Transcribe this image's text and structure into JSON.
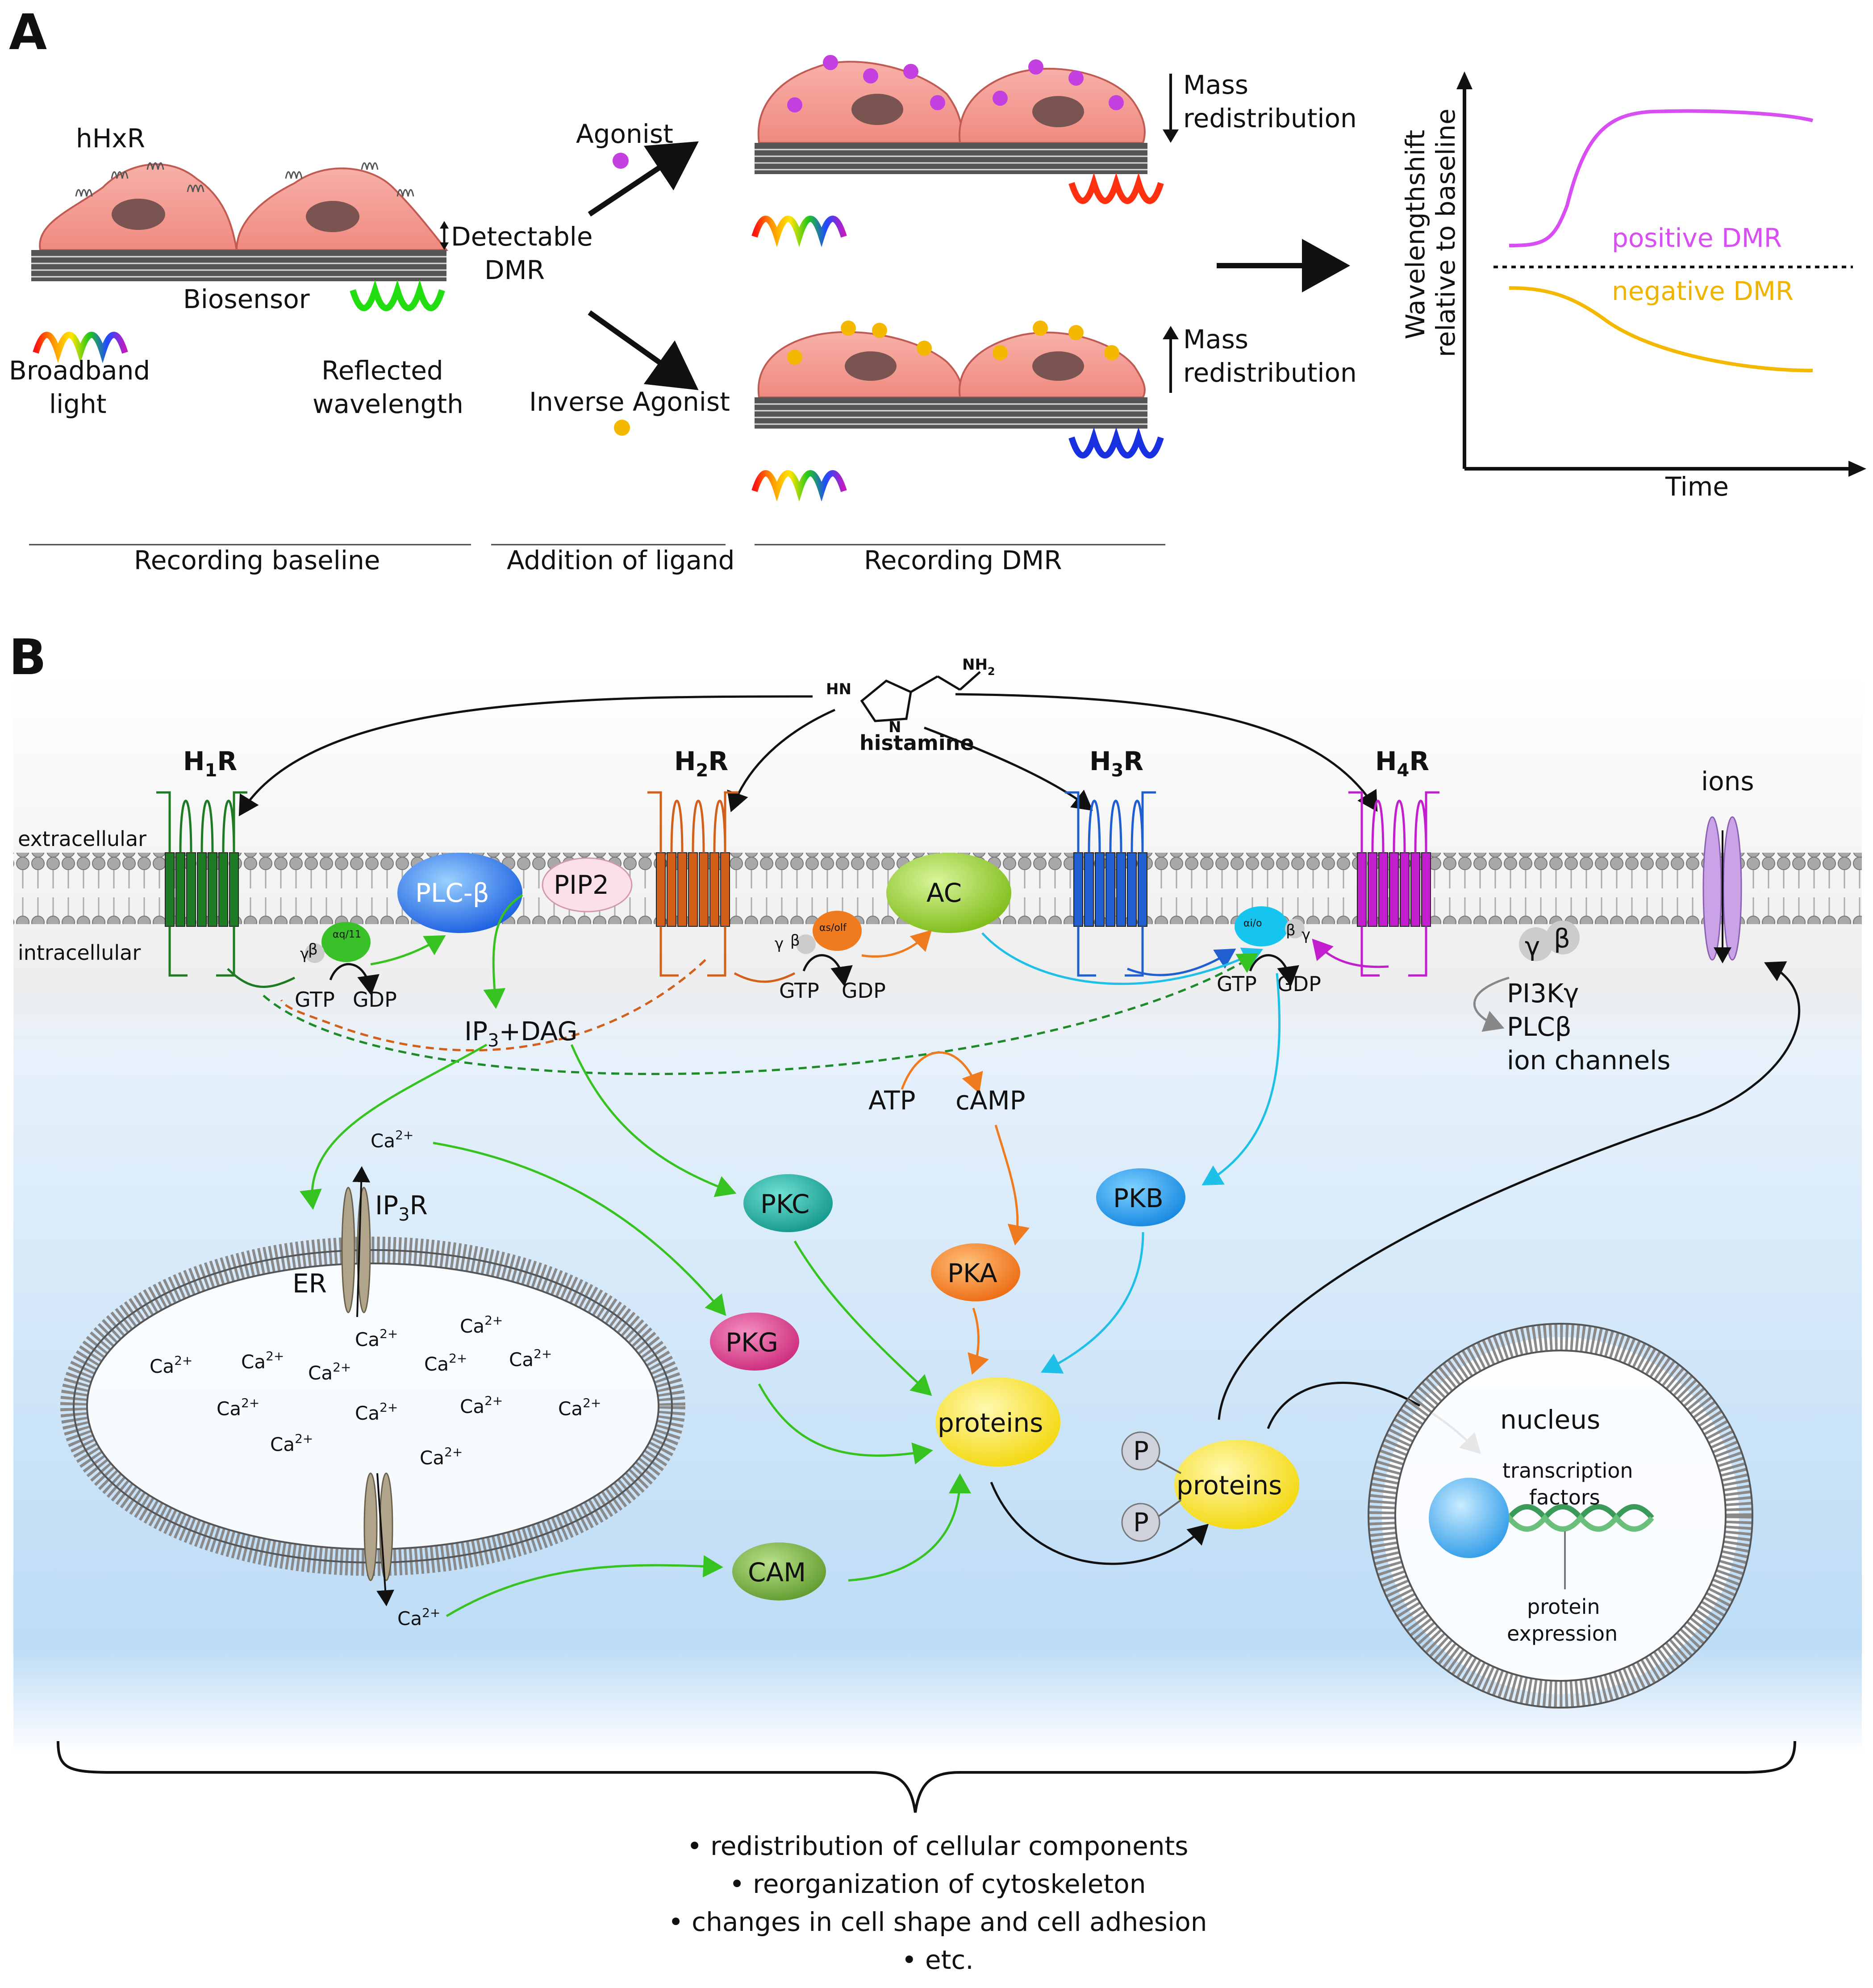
{
  "panel_a": {
    "label": "A",
    "receptor_label": "hHxR",
    "detectable_label_1": "Detectable",
    "detectable_label_2": "DMR",
    "biosensor_label": "Biosensor",
    "broadband_label_1": "Broadband",
    "broadband_label_2": "light",
    "reflected_label_1": "Reflected",
    "reflected_label_2": "wavelength",
    "agonist_label": "Agonist",
    "inverse_agonist_label": "Inverse Agonist",
    "mass_redistribution_1": "Mass",
    "mass_redistribution_2": "redistribution",
    "graph_ylabel_1": "Wavelengthshift",
    "graph_ylabel_2": "relative to baseline",
    "graph_xlabel": "Time",
    "positive_label": "positive DMR",
    "negative_label": "negative DMR",
    "section_baseline": "Recording baseline",
    "section_addition": "Addition of ligand",
    "section_dmr": "Recording DMR",
    "colors": {
      "agonist": "#c43fe0",
      "inverse_agonist": "#f5b800",
      "positive": "#d84ef2",
      "negative": "#f5b800"
    }
  },
  "panel_b": {
    "label": "B",
    "ligand": "histamine",
    "hn": "HN",
    "n": "N",
    "nh2": "NH",
    "nh2_sub": "2",
    "extracellular": "extracellular",
    "intracellular": "intracellular",
    "receptors": [
      {
        "name": "H",
        "sub": "1",
        "suffix": "R",
        "color": "#1e7a23"
      },
      {
        "name": "H",
        "sub": "2",
        "suffix": "R",
        "color": "#d2601a"
      },
      {
        "name": "H",
        "sub": "3",
        "suffix": "R",
        "color": "#1f5fd0"
      },
      {
        "name": "H",
        "sub": "4",
        "suffix": "R",
        "color": "#c21ed0"
      }
    ],
    "ions": "ions",
    "plc": "PLC-β",
    "pip2": "PIP2",
    "ac": "AC",
    "gtp": "GTP",
    "gdp": "GDP",
    "gamma": "γ",
    "beta": "β",
    "gq_alpha": "αq/11",
    "gs_alpha": "αs/olf",
    "gi_alpha": "αi/o",
    "ip3_dag_1": "IP",
    "ip3_dag_sub": "3",
    "ip3_dag_2": "+DAG",
    "atp": "ATP",
    "camp": "cAMP",
    "pi3k": "PI3Kγ",
    "plcb": "PLCβ",
    "ion_channels": "ion channels",
    "ca": "Ca",
    "ca_sup": "2+",
    "ip3r_1": "IP",
    "ip3r_sub": "3",
    "ip3r_2": "R",
    "er": "ER",
    "pkc": "PKC",
    "pka": "PKA",
    "pkb": "PKB",
    "pkg": "PKG",
    "cam": "CAM",
    "proteins": "proteins",
    "proteins_p": "proteins",
    "p": "P",
    "nucleus": "nucleus",
    "tf_1": "transcription",
    "tf_2": "factors",
    "pe_1": "protein",
    "pe_2": "expression",
    "outcomes": [
      "• redistribution of cellular components",
      "• reorganization of cytoskeleton",
      "• changes in cell shape and cell adhesion",
      "• etc."
    ]
  }
}
